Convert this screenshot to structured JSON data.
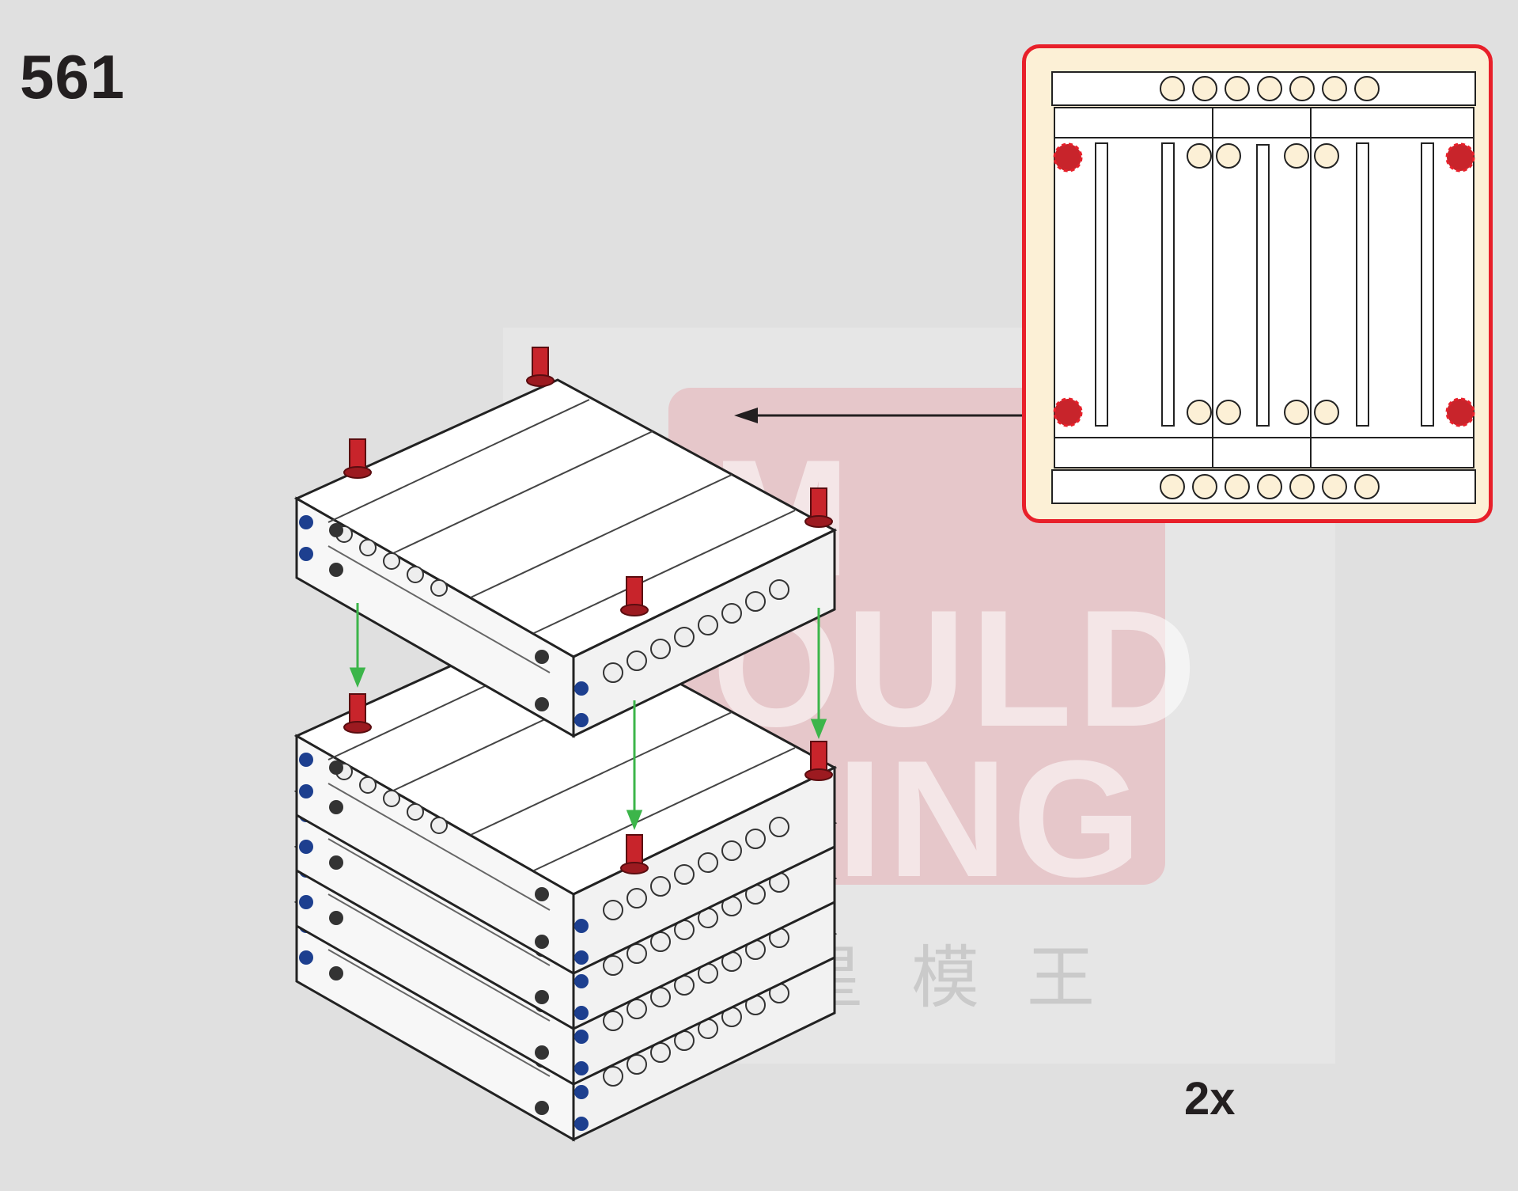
{
  "step": {
    "number": "561"
  },
  "quantity": {
    "label": "2x"
  },
  "watermark": {
    "brand": "MOULD KING",
    "chinese": "宇星模王"
  },
  "colors": {
    "background": "#e0e0e0",
    "inset_border": "#e8202a",
    "inset_fill": "#fcf0d6",
    "pin": "#c8242b",
    "arrow": "#3cb54a",
    "axle_hole": "#1d3f8f"
  }
}
